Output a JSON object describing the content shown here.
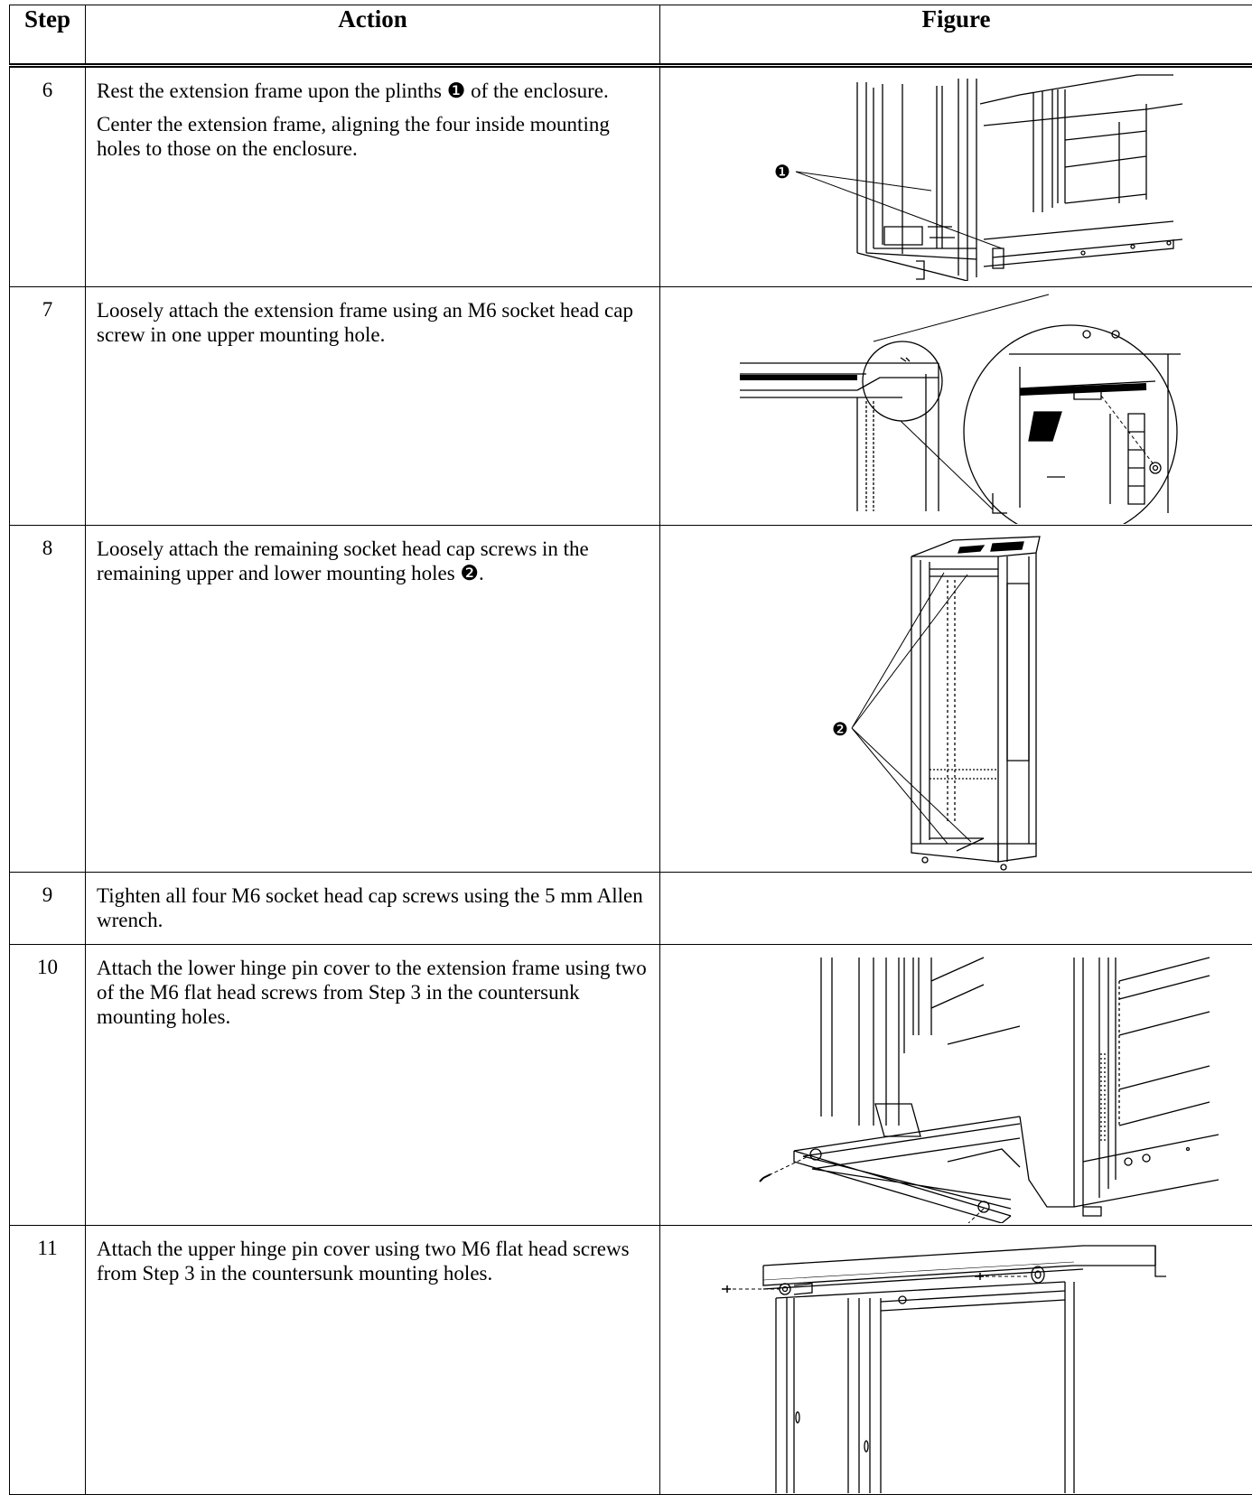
{
  "header": {
    "step": "Step",
    "action": "Action",
    "figure": "Figure"
  },
  "rows": [
    {
      "step": "6",
      "action": [
        "Rest the extension frame upon the plinths ❶ of the enclosure.",
        "Center the extension frame, aligning the four inside mounting holes to those on the enclosure."
      ],
      "callout": "❶",
      "figure_icon": "extension-frame-plinths-illustration"
    },
    {
      "step": "7",
      "action": [
        "Loosely attach the extension frame using an M6 socket head cap screw in one upper mounting hole."
      ],
      "figure_icon": "upper-mounting-hole-zoom-illustration"
    },
    {
      "step": "8",
      "action": [
        "Loosely attach the remaining socket head cap screws in the remaining upper and lower mounting holes ❷."
      ],
      "callout": "❷",
      "figure_icon": "enclosure-mounting-holes-illustration"
    },
    {
      "step": "9",
      "action": [
        "Tighten all four M6 socket head cap screws using the 5 mm Allen wrench."
      ]
    },
    {
      "step": "10",
      "action": [
        "Attach the lower hinge pin cover to the extension frame using two of the M6 flat head screws from Step 3 in the countersunk mounting holes."
      ],
      "figure_icon": "lower-hinge-pin-cover-illustration"
    },
    {
      "step": "11",
      "action": [
        "Attach the upper hinge pin cover using two M6 flat head screws from Step 3 in the countersunk mounting holes."
      ],
      "figure_icon": "upper-hinge-pin-cover-illustration"
    }
  ]
}
